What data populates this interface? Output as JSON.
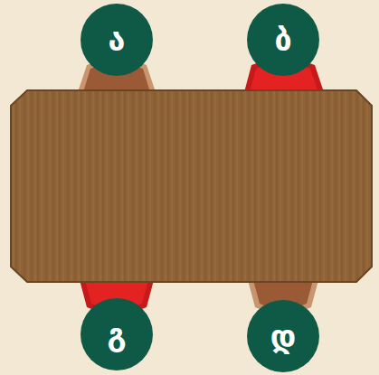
{
  "diagram": {
    "nodes": [
      {
        "text": [
          "ა"
        ]
      },
      {
        "text": [
          "ბ"
        ]
      },
      {
        "text": [
          "გ"
        ]
      },
      {
        "text": [
          "დ"
        ]
      }
    ]
  }
}
